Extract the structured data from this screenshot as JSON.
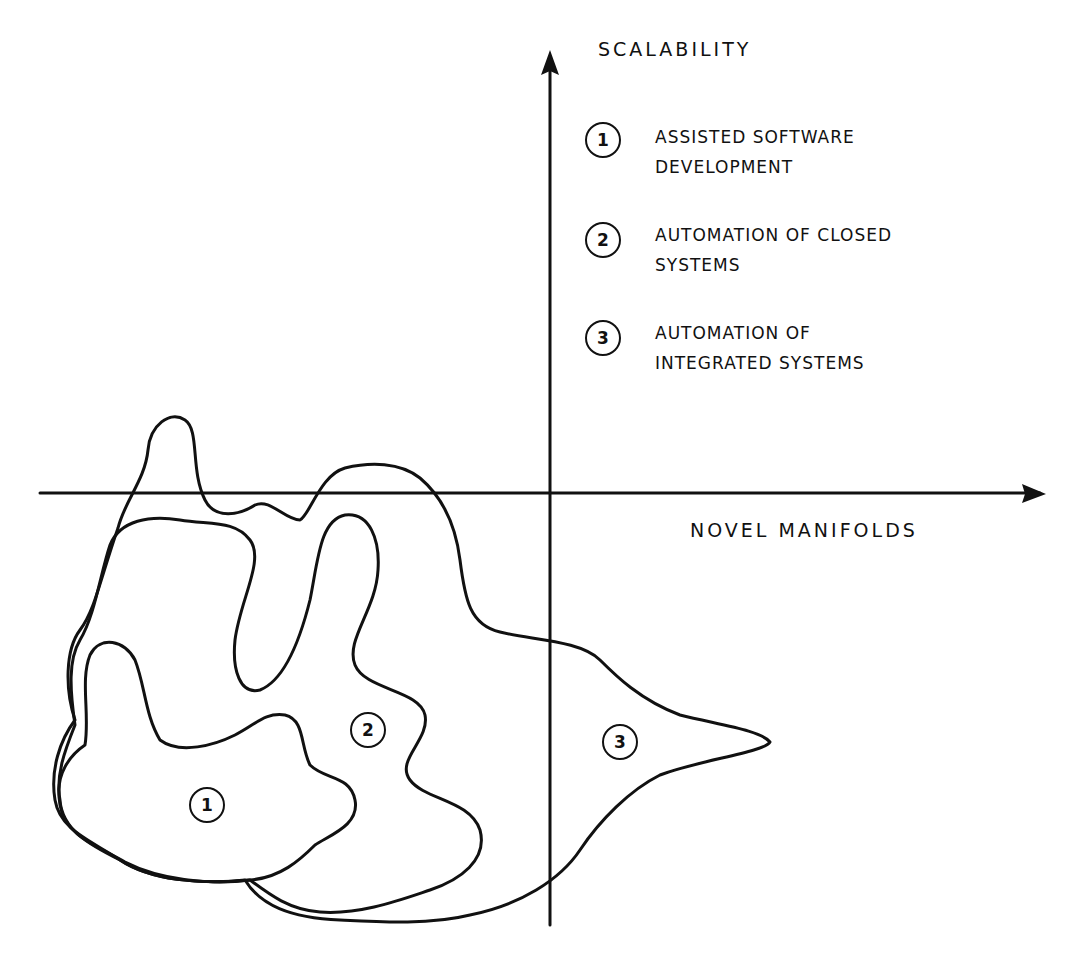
{
  "diagram": {
    "nodes": [
      {
        "text": [
          "3"
        ]
      },
      {
        "text": [
          "2"
        ],
        "in": 0
      },
      {
        "text": [
          "1"
        ],
        "in": 1
      }
    ],
    "labels": [
      "SCALABILITY",
      "1",
      "2",
      "3",
      "NOVEL MANIFOLDS"
    ],
    "legend": [
      {
        "text": "ASSISTED SOFTWARE DEVELOPMENT"
      },
      {
        "text": "AUTOMATION OF CLOSED SYSTEMS"
      },
      {
        "text": "AUTOMATION OF INTEGRATED SYSTEMS"
      }
    ]
  }
}
